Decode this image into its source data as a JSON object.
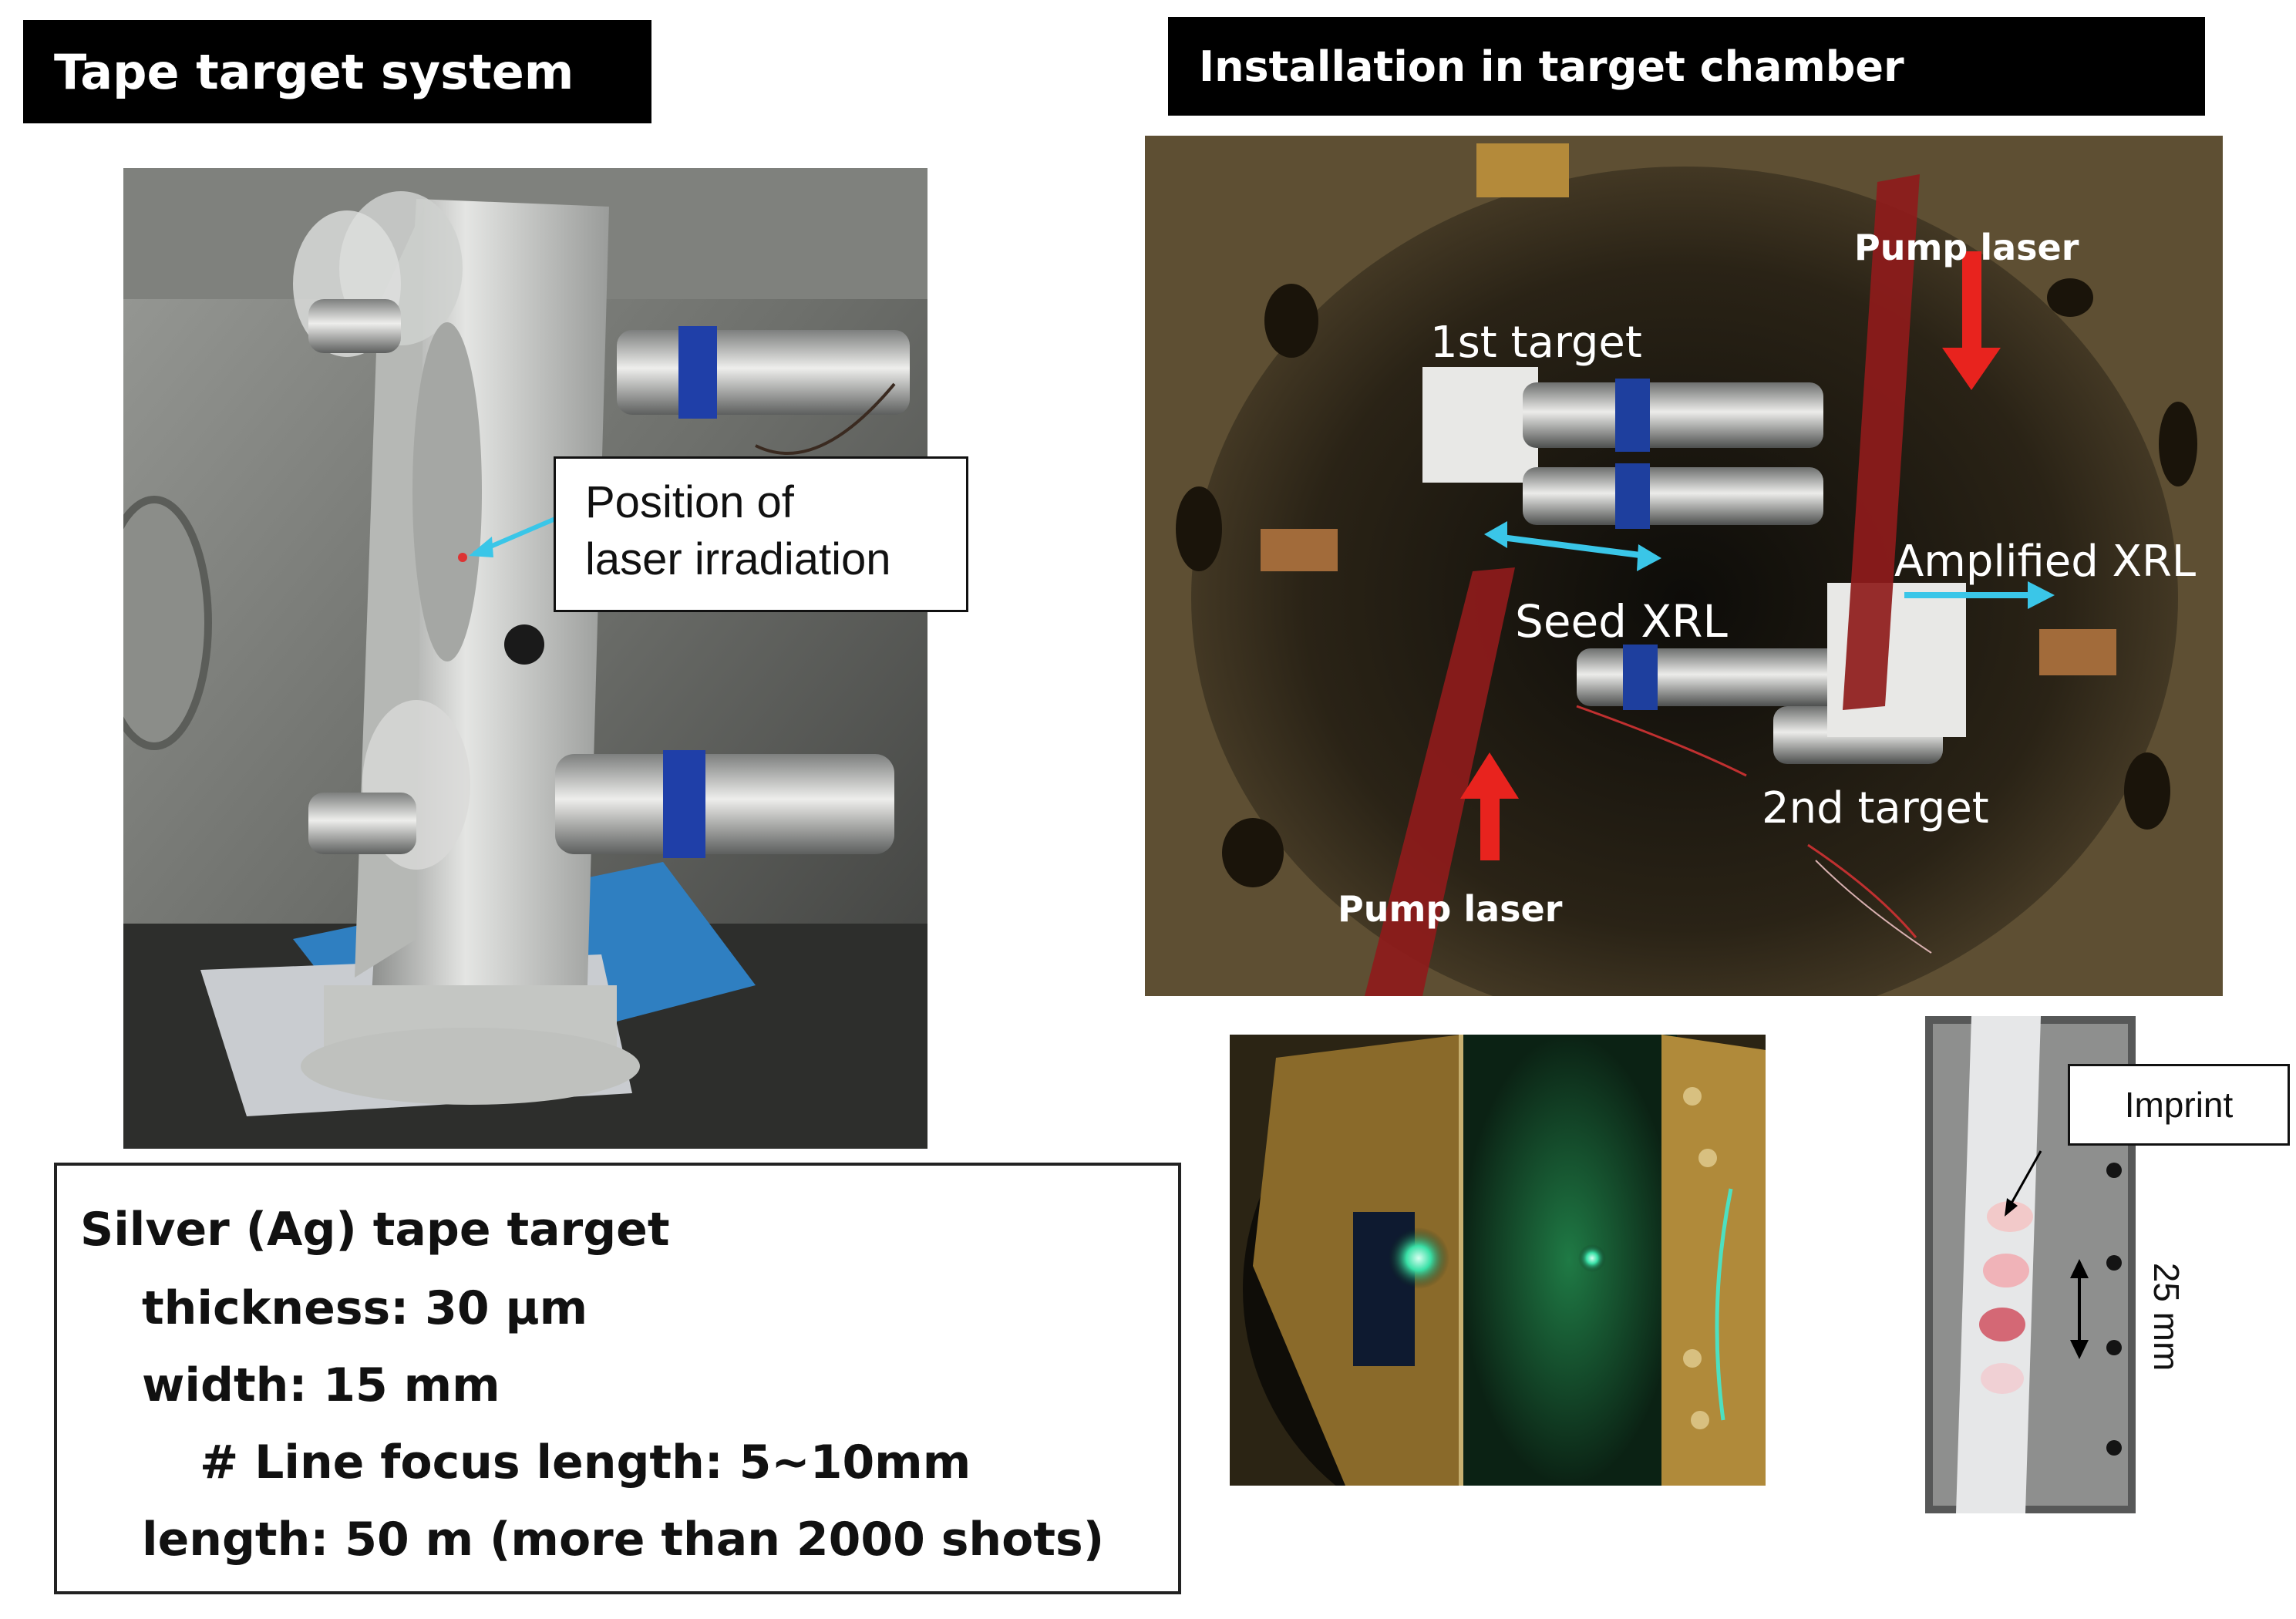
{
  "left_panel": {
    "header": "Tape target system",
    "callout": {
      "line1": "Position of",
      "line2": "laser irradiation"
    }
  },
  "right_panel": {
    "header": "Installation in target chamber",
    "labels": {
      "pump_laser_top": "Pump laser",
      "first_target": "1st target",
      "amplified_xrl": "Amplified XRL",
      "seed_xrl": "Seed XRL",
      "second_target": "2nd target",
      "pump_laser_bottom": "Pump laser"
    },
    "imprint_callout": "Imprint",
    "scale_label": "25 mm"
  },
  "specs": {
    "title": "Silver (Ag) tape target",
    "thickness": "thickness: 30 μm",
    "width": "width: 15 mm",
    "line_focus": "# Line focus length: 5~10mm",
    "length": "length: 50 m (more than 2000 shots)"
  },
  "colors": {
    "header_bg": "#000000",
    "header_text": "#ffffff",
    "pump_laser_beam": "#8e1b1b",
    "arrow_red": "#e8231e",
    "arrow_cyan": "#3ac6e8"
  }
}
